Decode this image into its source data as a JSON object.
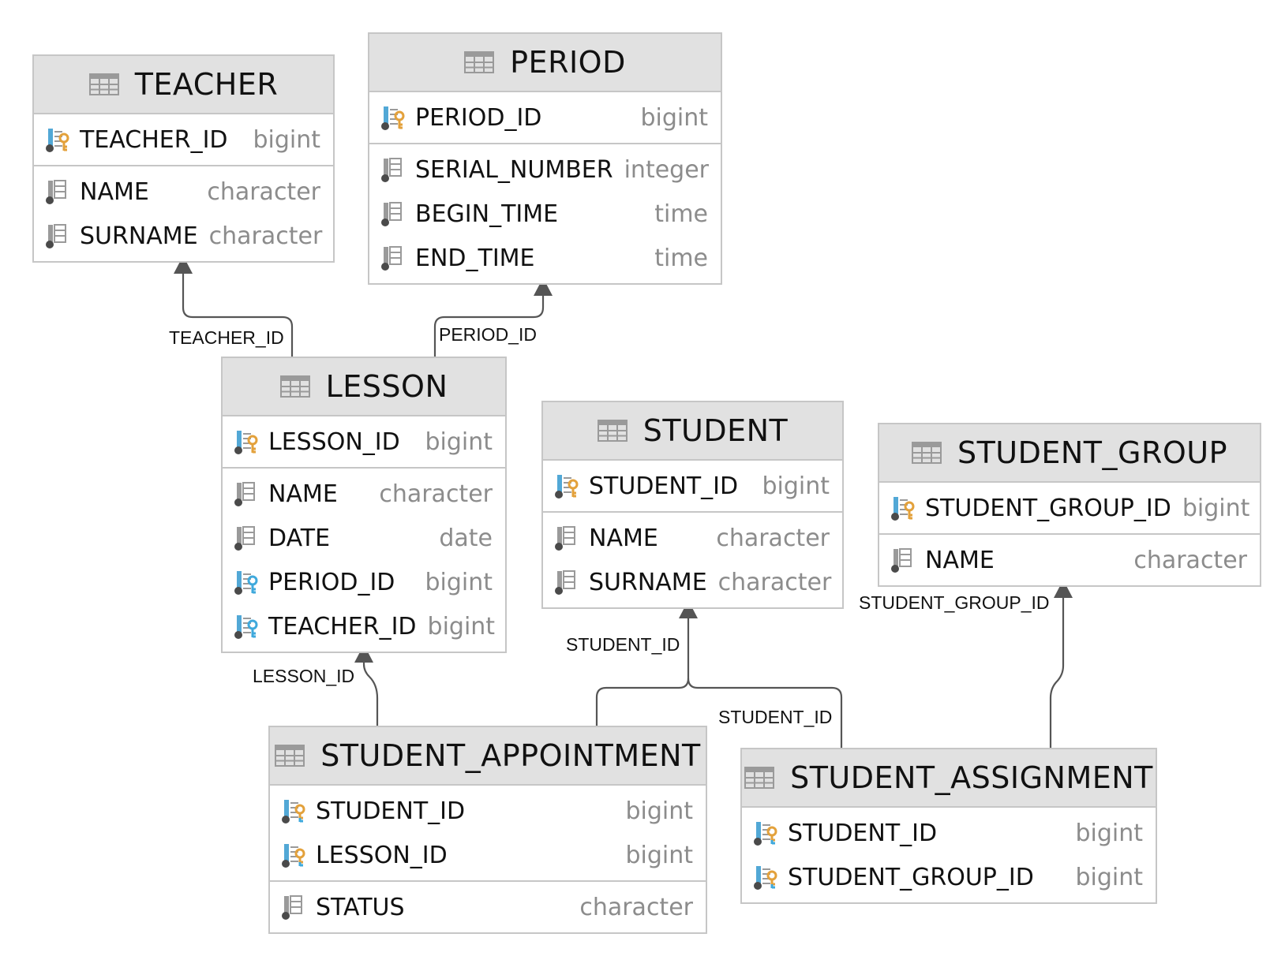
{
  "colors": {
    "primary_key": "#e3a13b",
    "foreign_key": "#3fa9dc",
    "edge": "#555555"
  },
  "tables": {
    "teacher": {
      "title": "TEACHER",
      "columns": [
        {
          "name": "TEACHER_ID",
          "type": "bigint",
          "icon": "primary-key-column-icon"
        },
        {
          "name": "NAME",
          "type": "character",
          "icon": "column-icon"
        },
        {
          "name": "SURNAME",
          "type": "character",
          "icon": "column-icon"
        }
      ]
    },
    "period": {
      "title": "PERIOD",
      "columns": [
        {
          "name": "PERIOD_ID",
          "type": "bigint",
          "icon": "primary-key-column-icon"
        },
        {
          "name": "SERIAL_NUMBER",
          "type": "integer",
          "icon": "column-icon"
        },
        {
          "name": "BEGIN_TIME",
          "type": "time",
          "icon": "column-icon"
        },
        {
          "name": "END_TIME",
          "type": "time",
          "icon": "column-icon"
        }
      ]
    },
    "lesson": {
      "title": "LESSON",
      "columns": [
        {
          "name": "LESSON_ID",
          "type": "bigint",
          "icon": "primary-key-column-icon"
        },
        {
          "name": "NAME",
          "type": "character",
          "icon": "column-icon"
        },
        {
          "name": "DATE",
          "type": "date",
          "icon": "column-icon"
        },
        {
          "name": "PERIOD_ID",
          "type": "bigint",
          "icon": "foreign-key-column-icon"
        },
        {
          "name": "TEACHER_ID",
          "type": "bigint",
          "icon": "foreign-key-column-icon"
        }
      ]
    },
    "student": {
      "title": "STUDENT",
      "columns": [
        {
          "name": "STUDENT_ID",
          "type": "bigint",
          "icon": "primary-key-column-icon"
        },
        {
          "name": "NAME",
          "type": "character",
          "icon": "column-icon"
        },
        {
          "name": "SURNAME",
          "type": "character",
          "icon": "column-icon"
        }
      ]
    },
    "student_group": {
      "title": "STUDENT_GROUP",
      "columns": [
        {
          "name": "STUDENT_GROUP_ID",
          "type": "bigint",
          "icon": "primary-key-column-icon"
        },
        {
          "name": "NAME",
          "type": "character",
          "icon": "column-icon"
        }
      ]
    },
    "student_appointment": {
      "title": "STUDENT_APPOINTMENT",
      "columns": [
        {
          "name": "STUDENT_ID",
          "type": "bigint",
          "icon": "primary-foreign-key-column-icon"
        },
        {
          "name": "LESSON_ID",
          "type": "bigint",
          "icon": "primary-foreign-key-column-icon"
        },
        {
          "name": "STATUS",
          "type": "character",
          "icon": "column-icon"
        }
      ]
    },
    "student_assignment": {
      "title": "STUDENT_ASSIGNMENT",
      "columns": [
        {
          "name": "STUDENT_ID",
          "type": "bigint",
          "icon": "primary-foreign-key-column-icon"
        },
        {
          "name": "STUDENT_GROUP_ID",
          "type": "bigint",
          "icon": "primary-foreign-key-column-icon"
        }
      ]
    }
  },
  "relations": [
    {
      "label": "TEACHER_ID"
    },
    {
      "label": "PERIOD_ID"
    },
    {
      "label": "LESSON_ID"
    },
    {
      "label": "STUDENT_ID"
    },
    {
      "label": "STUDENT_ID"
    },
    {
      "label": "STUDENT_GROUP_ID"
    }
  ]
}
